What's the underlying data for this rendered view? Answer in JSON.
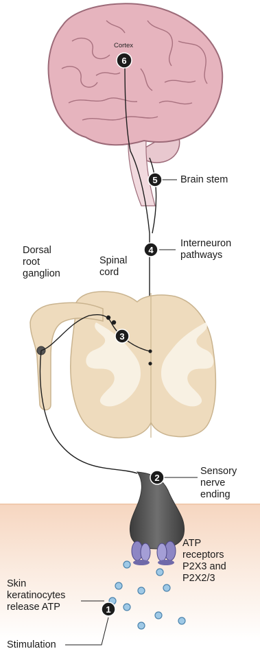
{
  "labels": {
    "cortex": "Cortex",
    "brain_stem": "Brain stem",
    "interneuron": "Interneuron\npathways",
    "dorsal_root": "Dorsal\nroot\nganglion",
    "spinal_cord": "Spinal\ncord",
    "sensory_nerve": "Sensory nerve\nending",
    "atp_receptors": "ATP\nreceptors\nP2X3 and\nP2X2/3",
    "skin": "Skin\nkeratinocytes\nrelease ATP",
    "stimulation": "Stimulation"
  },
  "steps": [
    "1",
    "2",
    "3",
    "4",
    "5",
    "6"
  ],
  "colors": {
    "brain": "#e6b4be",
    "brain_outline": "#9c6a78",
    "cord": "#eedbbd",
    "cord_gray": "#f8f1e3",
    "skin_top": "#f7dcc8",
    "nerve": "#555555",
    "receptor": "#8d86c4",
    "atp": "#9fc9e6",
    "badge": "#1c1c1c"
  }
}
